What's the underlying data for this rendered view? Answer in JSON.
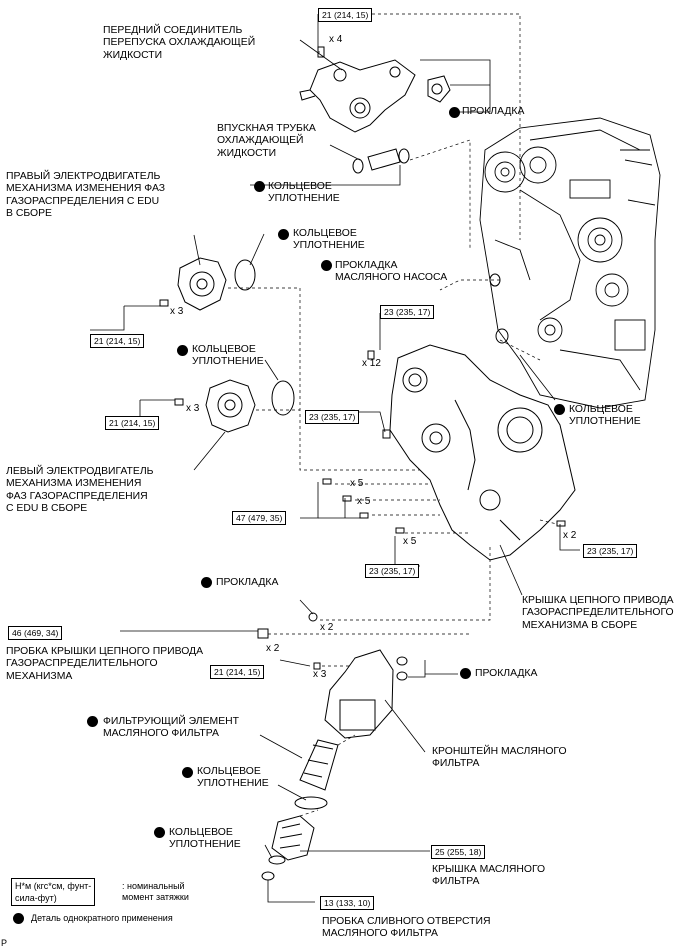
{
  "labels": {
    "front_connector": "ПЕРЕДНИЙ СОЕДИНИТЕЛЬ\nПЕРЕПУСКА ОХЛАЖДАЮЩЕЙ\nЖИДКОСТИ",
    "gasket_top": "ПРОКЛАДКА",
    "inlet_tube": "ВПУСКНАЯ ТРУБКА\nОХЛАЖДАЮЩЕЙ\nЖИДКОСТИ",
    "oring_1": "КОЛЬЦЕВОЕ\nУПЛОТНЕНИЕ",
    "right_motor": "ПРАВЫЙ ЭЛЕКТРОДВИГАТЕЛЬ\nМЕХАНИЗМА ИЗМЕНЕНИЯ ФАЗ\nГАЗОРАСПРЕДЕЛЕНИЯ С EDU\nВ СБОРЕ",
    "oring_2": "КОЛЬЦЕВОЕ\nУПЛОТНЕНИЕ",
    "oil_pump_gasket": "ПРОКЛАДКА\nМАСЛЯНОГО НАСОСА",
    "oring_3": "КОЛЬЦЕВОЕ\nУПЛОТНЕНИЕ",
    "oring_4": "КОЛЬЦЕВОЕ\nУПЛОТНЕНИЕ",
    "left_motor": "ЛЕВЫЙ ЭЛЕКТРОДВИГАТЕЛЬ\nМЕХАНИЗМА ИЗМЕНЕНИЯ\nФАЗ ГАЗОРАСПРЕДЕЛЕНИЯ\nС EDU В СБОРЕ",
    "gasket_mid": "ПРОКЛАДКА",
    "chain_cover": "КРЫШКА ЦЕПНОГО ПРИВОДА\nГАЗОРАСПРЕДЕЛИТЕЛЬНОГО\nМЕХАНИЗМА В СБОРЕ",
    "plug": "ПРОБКА КРЫШКИ ЦЕПНОГО ПРИВОДА\nГАЗОРАСПРЕДЕЛИТЕЛЬНОГО\nМЕХАНИЗМА",
    "gasket_low": "ПРОКЛАДКА",
    "filter_element": "ФИЛЬТРУЮЩИЙ ЭЛЕМЕНТ\nМАСЛЯНОГО ФИЛЬТРА",
    "bracket": "КРОНШТЕЙН МАСЛЯНОГО\nФИЛЬТРА",
    "oring_5": "КОЛЬЦЕВОЕ\nУПЛОТНЕНИЕ",
    "oring_6": "КОЛЬЦЕВОЕ\nУПЛОТНЕНИЕ",
    "filter_cap": "КРЫШКА МАСЛЯНОГО\nФИЛЬТРА",
    "drain_plug": "ПРОБКА СЛИВНОГО ОТВЕРСТИЯ\nМАСЛЯНОГО ФИЛЬТРА"
  },
  "torques": {
    "t1": "21 (214, 15)",
    "t2": "21 (214, 15)",
    "t3": "23 (235, 17)",
    "t4": "21 (214, 15)",
    "t5": "23 (235, 17)",
    "t6": "47 (479, 35)",
    "t7": "23 (235, 17)",
    "t8": "23 (235, 17)",
    "t9": "46 (469, 34)",
    "t10": "21 (214, 15)",
    "t11": "25 (255, 18)",
    "t12": "13 (133, 10)"
  },
  "quantities": {
    "q1": "x 4",
    "q2": "x 3",
    "q3": "x 12",
    "q4": "x 3",
    "q5": "x 5",
    "q6": "x 5",
    "q7": "x 5",
    "q8": "x 2",
    "q9": "x 2",
    "q10": "x 2",
    "q11": "x 3"
  },
  "legend": {
    "unit": "Н*м (кгс*см, фунт-\nсила-фут)",
    "unit_desc": ": номинальный\nмомент затяжки",
    "single_use": "Деталь однократного применения"
  },
  "code": "P"
}
